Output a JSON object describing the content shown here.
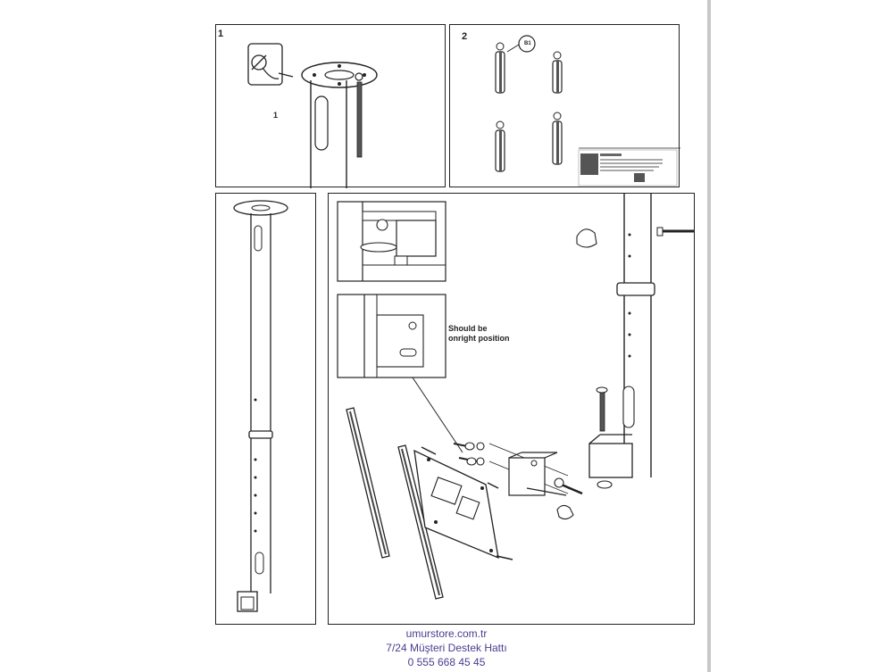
{
  "steps": {
    "step1": "1",
    "step2": "2"
  },
  "labels": {
    "part_1": "1",
    "part_b1": "B1",
    "orientation_note_line1": "Should be",
    "orientation_note_line2": "onright position"
  },
  "footer": {
    "website": "umurstore.com.tr",
    "support_label": "7/24 Müşteri Destek Hattı",
    "phone": "0 555 668 45 45"
  },
  "colors": {
    "line": "#222222",
    "footer_text": "#4a3d8f",
    "page_edge": "#c8c8c8"
  }
}
